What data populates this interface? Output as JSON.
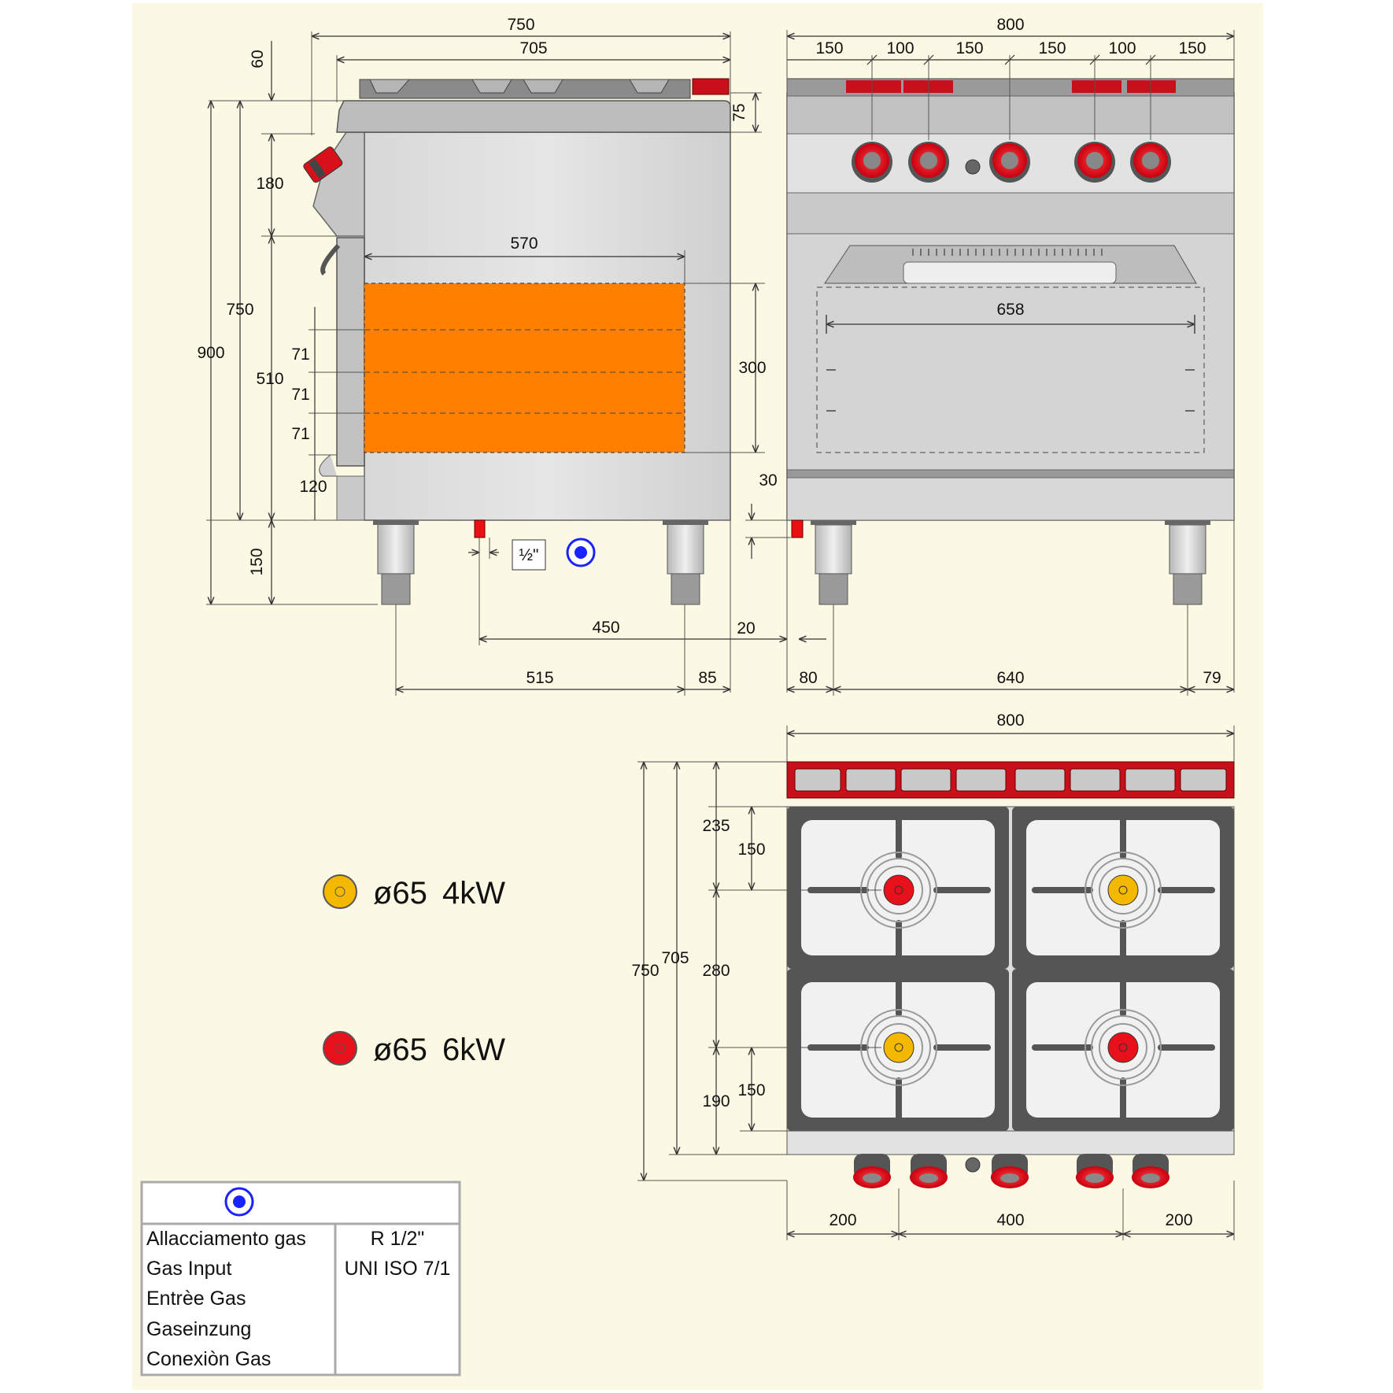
{
  "colors": {
    "background": "#fbf9e4",
    "steel": "#c9c9c9",
    "steel_dark": "#8f8f8f",
    "oven": "#ff8000",
    "knob_red": "#e8101a",
    "burner_yellow": "#f5b800",
    "connection_blue": "#1a22ff"
  },
  "side_view": {
    "dims": {
      "overall_depth": "750",
      "top_depth": "705",
      "top_h": "60",
      "top_thk": "75",
      "panel_h": "180",
      "body_h": "750",
      "total_h": "900",
      "oven_w": "570",
      "oven_h": "300",
      "shelf_1": "71",
      "shelf_2": "71",
      "shelf_3": "71",
      "oven_opening": "510",
      "oven_floor": "120",
      "feet_h": "150",
      "gas_pos": "450",
      "gas_offset": "20",
      "feet_depth": "515",
      "rear_feet": "85",
      "pipe_size": "½\"",
      "front_height_30": "30"
    }
  },
  "front_view": {
    "dims": {
      "width": "800",
      "seg_1": "150",
      "seg_2": "100",
      "seg_3": "150",
      "seg_4": "150",
      "seg_5": "100",
      "seg_6": "150",
      "oven_inner": "658",
      "feet_left": "80",
      "feet_span": "640",
      "feet_right": "79"
    }
  },
  "top_view": {
    "dims": {
      "width": "800",
      "depth_total": "750",
      "depth_top": "705",
      "rear_offset": "235",
      "rear_burner": "150",
      "burner_spacing": "280",
      "front_offset": "190",
      "front_burner": "150",
      "left_pos": "200",
      "middle_pos": "400",
      "right_pos": "200"
    }
  },
  "legend": [
    {
      "diameter": "ø65",
      "power": "4kW",
      "color": "burner_yellow"
    },
    {
      "diameter": "ø65",
      "power": "6kW",
      "color": "knob_red"
    }
  ],
  "gas_table": {
    "labels": [
      "Allacciamento gas",
      "Gas Input",
      "Entrèe Gas",
      "Gaseinzung",
      "Conexiòn Gas"
    ],
    "value_1": "R 1/2\"",
    "value_2": "UNI ISO 7/1"
  }
}
